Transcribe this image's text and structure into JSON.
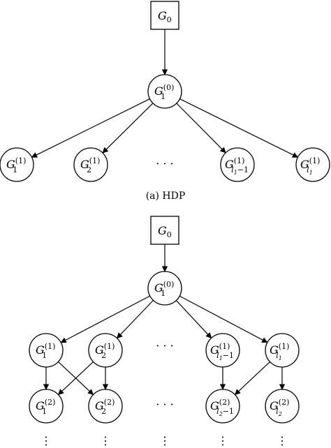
{
  "diagram_a": {
    "caption": "(a) HDP",
    "root": {
      "base": "G",
      "sub": "0"
    },
    "mid": {
      "base": "G",
      "sub": "1",
      "sup": "(0)"
    },
    "leaves": [
      {
        "base": "G",
        "sub": "1",
        "sup": "(1)"
      },
      {
        "base": "G",
        "sub": "2",
        "sup": "(1)"
      },
      {
        "base": "G",
        "sub": "l",
        "subsub": "1",
        "subtail": "−1",
        "sup": "(1)"
      },
      {
        "base": "G",
        "sub": "l",
        "subsub": "1",
        "sup": "(1)"
      }
    ],
    "ellipsis": "· · ·"
  },
  "diagram_b": {
    "root": {
      "base": "G",
      "sub": "0"
    },
    "mid": {
      "base": "G",
      "sub": "1",
      "sup": "(0)"
    },
    "level1": [
      {
        "base": "G",
        "sub": "1",
        "sup": "(1)"
      },
      {
        "base": "G",
        "sub": "2",
        "sup": "(1)"
      },
      {
        "base": "G",
        "sub": "l",
        "subsub": "1",
        "subtail": "−1",
        "sup": "(1)"
      },
      {
        "base": "G",
        "sub": "l",
        "subsub": "1",
        "sup": "(1)"
      }
    ],
    "level2": [
      {
        "base": "G",
        "sub": "1",
        "sup": "(2)"
      },
      {
        "base": "G",
        "sub": "2",
        "sup": "(2)"
      },
      {
        "base": "G",
        "sub": "l",
        "subsub": "2",
        "subtail": "−1",
        "sup": "(2)"
      },
      {
        "base": "G",
        "sub": "l",
        "subsub": "2",
        "sup": "(2)"
      }
    ],
    "ellipsis_h": "· · ·",
    "vdots": "⋮"
  }
}
